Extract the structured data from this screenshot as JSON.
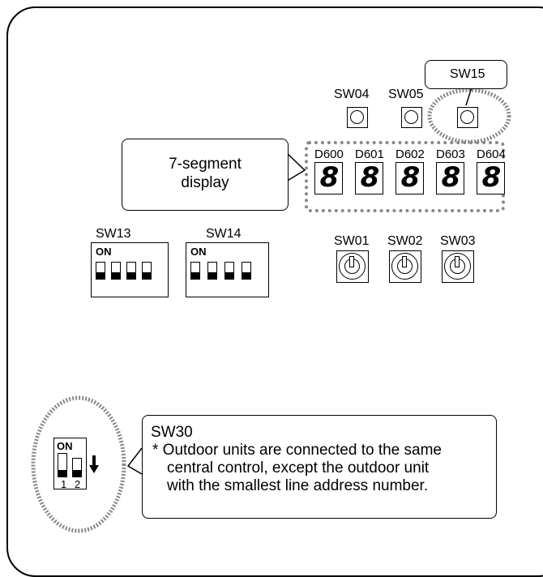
{
  "callouts": {
    "sw15": "SW15",
    "seven_segment_line1": "7-segment",
    "seven_segment_line2": "display"
  },
  "push_switches": [
    "SW04",
    "SW05"
  ],
  "leds": [
    {
      "label": "D600",
      "digit": "8"
    },
    {
      "label": "D601",
      "digit": "8"
    },
    {
      "label": "D602",
      "digit": "8"
    },
    {
      "label": "D603",
      "digit": "8"
    },
    {
      "label": "D604",
      "digit": "8"
    }
  ],
  "dip_switches": [
    {
      "label": "SW13",
      "on_text": "ON"
    },
    {
      "label": "SW14",
      "on_text": "ON"
    }
  ],
  "rotary_switches": [
    "SW01",
    "SW02",
    "SW03"
  ],
  "sw30": {
    "title": "SW30",
    "on_text": "ON",
    "pos1": "1",
    "pos2": "2",
    "note_lines": [
      "*  Outdoor units are connected to the same",
      "central control, except the outdoor unit",
      "with the smallest line address number."
    ]
  },
  "colors": {
    "line": "#000000",
    "dotted_outline": "#888888"
  }
}
